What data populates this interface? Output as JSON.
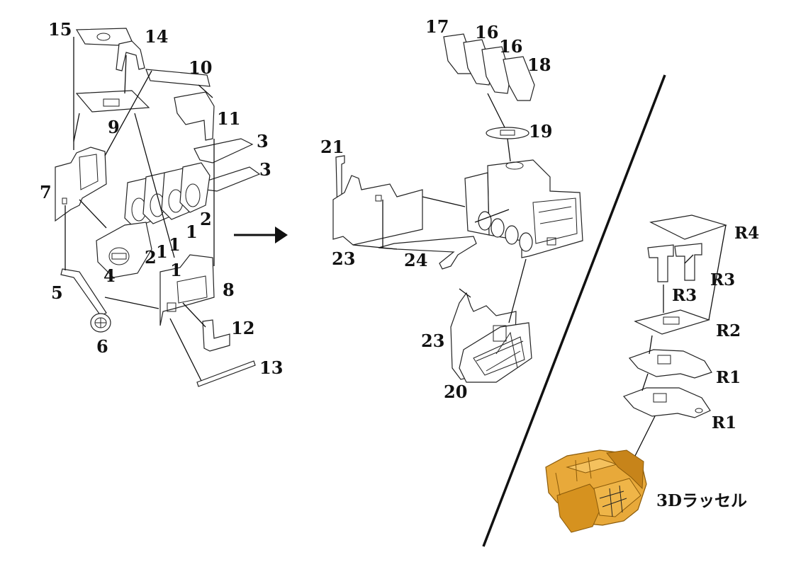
{
  "labels": {
    "p15": "15",
    "p14": "14",
    "p10": "10",
    "p9": "9",
    "p11": "11",
    "p3a": "3",
    "p3b": "3",
    "p7": "7",
    "p2a": "2",
    "p1a": "1",
    "p1b": "1",
    "p21a": "2",
    "p21b": "1",
    "p1c": "1",
    "p4": "4",
    "p5": "5",
    "p6": "6",
    "p8": "8",
    "p12": "12",
    "p13": "13",
    "p17": "17",
    "p16a": "16",
    "p16b": "16",
    "p18": "18",
    "p19": "19",
    "p21": "21",
    "p23a": "23",
    "p24": "24",
    "p23b": "23",
    "p20": "20",
    "r4": "R4",
    "r3a": "R3",
    "r3b": "R3",
    "r2": "R2",
    "r1a": "R1",
    "r1b": "R1",
    "russel": "3Dラッセル"
  },
  "colors": {
    "line": "#222222",
    "model_fill": "#e8a93a",
    "model_shade": "#b97a14",
    "background": "#ffffff"
  },
  "icons": {
    "arrow": "right-arrow-icon"
  }
}
